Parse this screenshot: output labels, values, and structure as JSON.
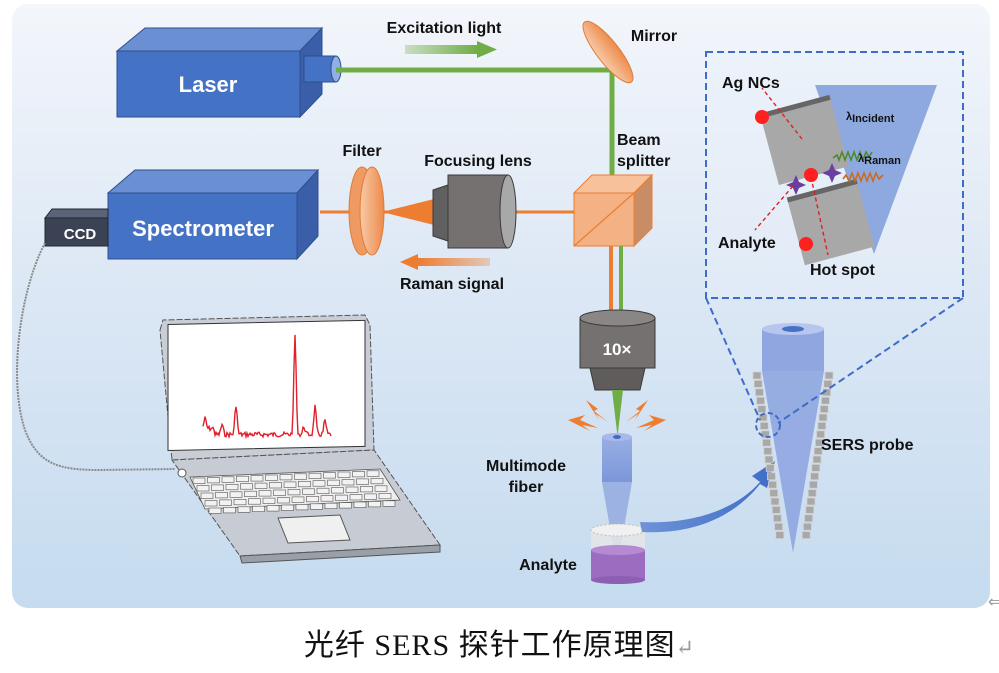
{
  "figure": {
    "caption": "光纤 SERS 探针工作原理图",
    "caption_return_mark": "↵",
    "corner_mark": "⇐"
  },
  "components": {
    "laser": "Laser",
    "spectrometer": "Spectrometer",
    "ccd": "CCD",
    "filter": "Filter",
    "focusing_lens": "Focusing lens",
    "mirror": "Mirror",
    "beam_splitter_line1": "Beam",
    "beam_splitter_line2": "splitter",
    "objective": "10×",
    "fiber_line1": "Multimode",
    "fiber_line2": "fiber",
    "analyte_vial": "Analyte",
    "sers_probe": "SERS probe"
  },
  "beams": {
    "excitation": "Excitation light",
    "raman": "Raman signal"
  },
  "inset": {
    "ag_ncs": "Ag NCs",
    "lambda_symbol": "λ",
    "incident_sub": "Incident",
    "raman_sub": "Raman",
    "analyte": "Analyte",
    "hot_spot": "Hot spot"
  },
  "colors": {
    "laser_blue": "#4472c4",
    "excitation_green": "#70ad47",
    "raman_orange": "#ed7d31",
    "optic_orange": "#f4b183",
    "inset_border": "#4472c4",
    "spectrum_red": "#e0202a",
    "analyte_purple": "#9b6cc0"
  }
}
